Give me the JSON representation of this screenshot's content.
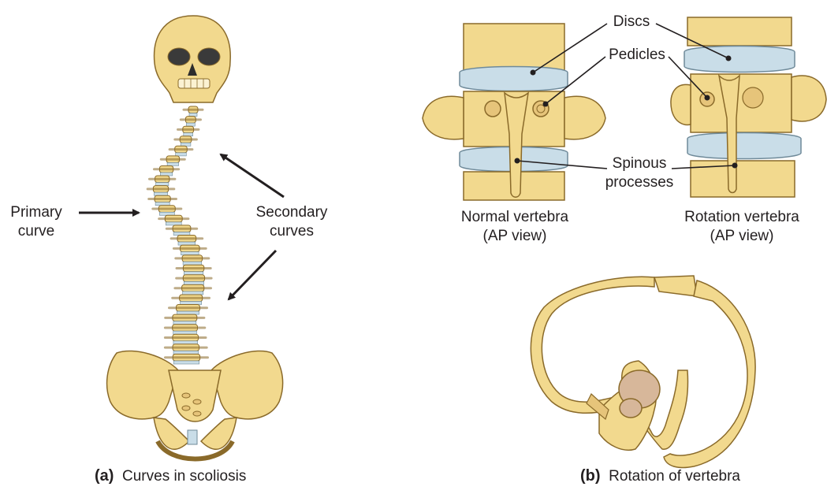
{
  "panel_a": {
    "caption_letter": "(a)",
    "caption_text": "Curves in scoliosis",
    "label_primary_line1": "Primary",
    "label_primary_line2": "curve",
    "label_secondary_line1": "Secondary",
    "label_secondary_line2": "curves"
  },
  "panel_b": {
    "caption_letter": "(b)",
    "caption_text": "Rotation of vertebra",
    "label_discs": "Discs",
    "label_pedicles": "Pedicles",
    "label_spinous_line1": "Spinous",
    "label_spinous_line2": "processes",
    "label_normal_line1": "Normal vertebra",
    "label_normal_line2": "(AP view)",
    "label_rotation_line1": "Rotation vertebra",
    "label_rotation_line2": "(AP view)"
  },
  "colors": {
    "bone_fill": "#f2d98e",
    "bone_stroke": "#8a6a2a",
    "disc_fill": "#c9dde8",
    "disc_stroke": "#6f8a99",
    "cancellous": "#d7b79a",
    "text": "#231f20"
  }
}
